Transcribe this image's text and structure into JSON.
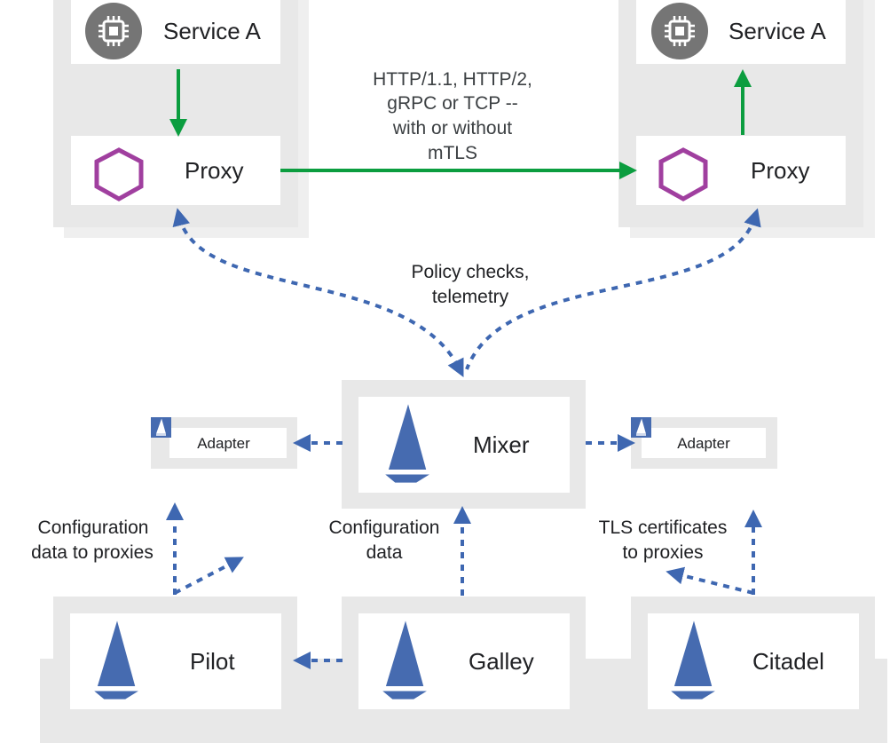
{
  "top": {
    "left_service": {
      "label": "Service A",
      "icon": "chip-icon"
    },
    "right_service": {
      "label": "Service A",
      "icon": "chip-icon"
    },
    "left_proxy": {
      "label": "Proxy",
      "icon": "hexagon-icon"
    },
    "right_proxy": {
      "label": "Proxy",
      "icon": "hexagon-icon"
    },
    "traffic_note": [
      "HTTP/1.1, HTTP/2,",
      "gRPC or TCP --",
      "with or without",
      "mTLS"
    ],
    "policy_note": [
      "Policy checks,",
      "telemetry"
    ]
  },
  "control_plane": {
    "mixer": {
      "label": "Mixer",
      "icon": "istio-sail-icon"
    },
    "left_adapter": {
      "label": "Adapter",
      "icon": "istio-sail-icon"
    },
    "right_adapter": {
      "label": "Adapter",
      "icon": "istio-sail-icon"
    },
    "pilot": {
      "label": "Pilot",
      "icon": "istio-sail-icon"
    },
    "galley": {
      "label": "Galley",
      "icon": "istio-sail-icon"
    },
    "citadel": {
      "label": "Citadel",
      "icon": "istio-sail-icon"
    },
    "pilot_note": [
      "Configuration",
      "data to proxies"
    ],
    "galley_note": [
      "Configuration",
      "data"
    ],
    "citadel_note": [
      "TLS certificates",
      "to proxies"
    ]
  },
  "colors": {
    "panel_gray": "#e8e8e8",
    "card_white": "#ffffff",
    "chip_gray": "#757575",
    "proxy_purple": "#a03f9f",
    "traffic_green": "#0b9d3f",
    "dashed_blue": "#3e67b1",
    "sail_blue": "#466bb0"
  }
}
